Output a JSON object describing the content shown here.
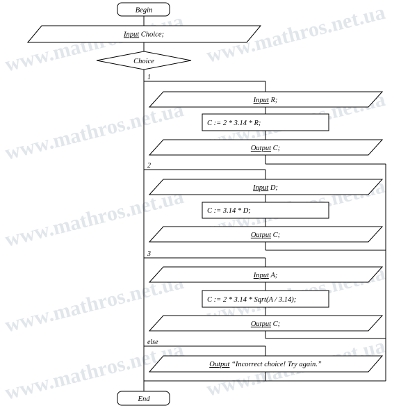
{
  "watermark": "www.mathros.net.ua",
  "flowchart": {
    "begin": "Begin",
    "input_choice": {
      "keyword": "Input",
      "rest": " Choice;"
    },
    "decision": "Choice",
    "case1": {
      "label": "1",
      "input": {
        "keyword": "Input",
        "rest": " R;"
      },
      "process": "C := 2 * 3.14 * R;",
      "output": {
        "keyword": "Output",
        "rest": " C;"
      }
    },
    "case2": {
      "label": "2",
      "input": {
        "keyword": "Input",
        "rest": " D;"
      },
      "process": "C := 3.14 * D;",
      "output": {
        "keyword": "Output",
        "rest": " C;"
      }
    },
    "case3": {
      "label": "3",
      "input": {
        "keyword": "Input",
        "rest": " A;"
      },
      "process": "C := 2 * 3.14 * Sqrt(A / 3.14);",
      "output": {
        "keyword": "Output",
        "rest": " C;"
      }
    },
    "else": {
      "label": "else",
      "output": {
        "keyword": "Output",
        "rest": " “Incorrect choice! Try again.”"
      }
    },
    "end": "End"
  }
}
